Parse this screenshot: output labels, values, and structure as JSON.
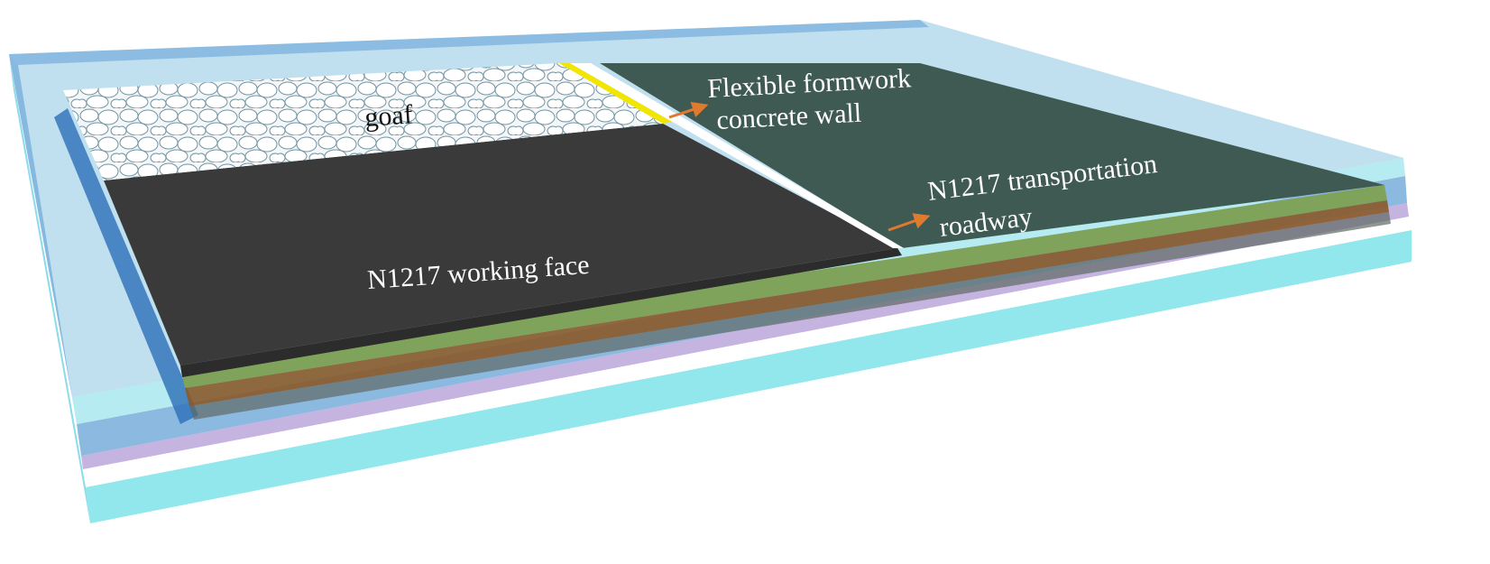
{
  "labels": {
    "goaf": "goaf",
    "wall_line1": "Flexible formwork",
    "wall_line2": "concrete wall",
    "roadway_line1": "N1217 transportation",
    "roadway_line2": "roadway",
    "working_face": "N1217 working face"
  },
  "colors": {
    "working_face": "#3a3a3a",
    "roadway_panel": "#3f5a52",
    "goaf_fill": "#f4f6f7",
    "goaf_cells": "#6f93a3",
    "wall_main": "#ffffff",
    "wall_goaf_section": "#f2e600",
    "arrow": "#e07a2e",
    "strata_green": "#7fa35a",
    "strata_brown": "#8a5a2a",
    "strata_cyan": "#7fe3ea",
    "strata_blue": "#6fa8d8",
    "strata_purple": "#b7a0d8"
  }
}
